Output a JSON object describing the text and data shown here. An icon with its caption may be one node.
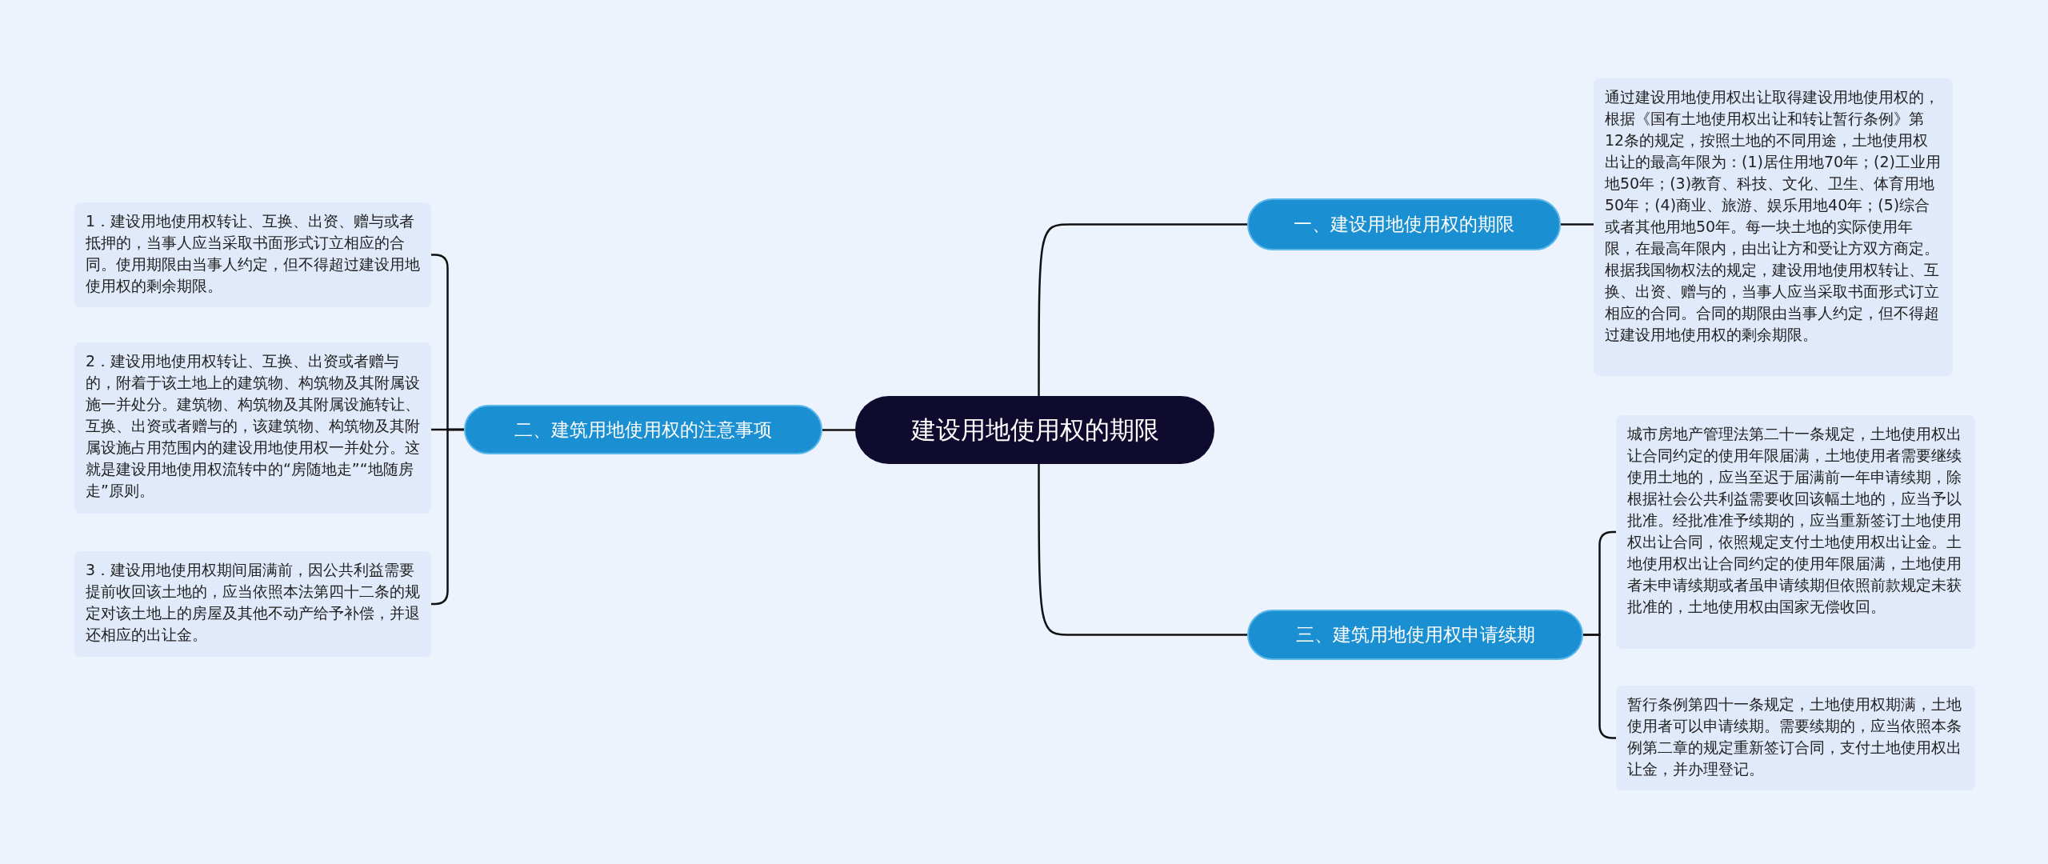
{
  "diagram": {
    "nodes": [
      {
        "text": [
          "建设用地使用权的期限"
        ]
      },
      {
        "text": [
          "一、建设用地使用权的期限"
        ]
      },
      {
        "text": [
          "通过建设用地使用权出让取得建设用地使用权的，根据《国有土地使用权出让和转让暂行条例》第12条的规定，按照土地的不同用途，土地使用权出让的最高年限为：(1)居住用地70年；(2)工业用地50年；(3)教育、科技、文化、卫生、体育用地50年；(4)商业、旅游、娱乐用地40年；(5)综合或者其他用地50年。每一块土地的实际使用年限，在最高年限内，由出让方和受让方双方商定。根据我国物权法的规定，建设用地使用权转让、互换、出资、赠与的，当事人应当采取书面形式订立相应的合同。合同的期限由当事人约定，但不得超过建设用地使用权的剩余期限。"
        ]
      },
      {
        "text": [
          "二、建筑用地使用权的注意事项"
        ]
      },
      {
        "text": [
          "1．建设用地使用权转让、互换、出资、赠与或者抵押的，当事人应当采取书面形式订立相应的合同。使用期限由当事人约定，但不得超过建设用地使用权的剩余期限。"
        ]
      },
      {
        "text": [
          "2．建设用地使用权转让、互换、出资或者赠与的，附着于该土地上的建筑物、构筑物及其附属设施一并处分。建筑物、构筑物及其附属设施转让、互换、出资或者赠与的，该建筑物、构筑物及其附属设施占用范围内的建设用地使用权一并处分。这就是建设用地使用权流转中的“房随地走”“地随房走”原则。"
        ]
      },
      {
        "text": [
          "3．建设用地使用权期间届满前，因公共利益需要提前收回该土地的，应当依照本法第四十二条的规定对该土地上的房屋及其他不动产给予补偿，并退还相应的出让金。"
        ]
      },
      {
        "text": [
          "三、建筑用地使用权申请续期"
        ]
      },
      {
        "text": [
          "城市房地产管理法第二十一条规定，土地使用权出让合同约定的使用年限届满，土地使用者需要继续使用土地的，应当至迟于届满前一年申请续期，除根据社会公共利益需要收回该幅土地的，应当予以批准。经批准准予续期的，应当重新签订土地使用权出让合同，依照规定支付土地使用权出让金。土地使用权出让合同约定的使用年限届满，土地使用者未申请续期或者虽申请续期但依照前款规定未获批准的，土地使用权由国家无偿收回。"
        ]
      },
      {
        "text": [
          "暂行条例第四十一条规定，土地使用权期满，土地使用者可以申请续期。需要续期的，应当依照本条例第二章的规定重新签订合同，支付土地使用权出让金，并办理登记。"
        ]
      }
    ],
    "edges": [
      {
        "from": 0,
        "to": 1,
        "arrow": "none"
      },
      {
        "from": 1,
        "to": 2,
        "arrow": "none"
      },
      {
        "from": 0,
        "to": 3,
        "arrow": "none"
      },
      {
        "from": 3,
        "to": 4,
        "arrow": "none"
      },
      {
        "from": 3,
        "to": 5,
        "arrow": "none"
      },
      {
        "from": 3,
        "to": 6,
        "arrow": "none"
      },
      {
        "from": 0,
        "to": 7,
        "arrow": "none"
      },
      {
        "from": 7,
        "to": 8,
        "arrow": "none"
      },
      {
        "from": 7,
        "to": 9,
        "arrow": "none"
      }
    ]
  }
}
